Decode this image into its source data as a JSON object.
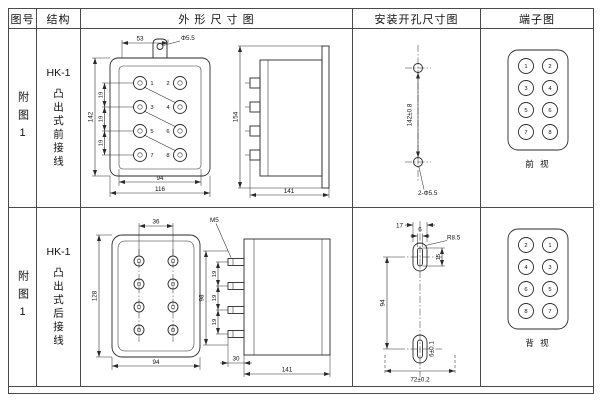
{
  "header": {
    "fig_no": "图号",
    "structure": "结构",
    "outline": "外 形 尺 寸 图",
    "mounting": "安装开孔尺寸图",
    "terminal": "端子图"
  },
  "rows": [
    {
      "fig_no": "附图1",
      "model": "HK-1",
      "structure": "凸出式前接线",
      "outline": {
        "top_width": "53",
        "hook_hole": "Φ5.5",
        "height": "142",
        "pitch": [
          "19",
          "19",
          "19"
        ],
        "inner_width": "94",
        "outer_width": "116",
        "side_height": "154",
        "depth": "141",
        "terminals": [
          "1",
          "2",
          "3",
          "4",
          "5",
          "6",
          "7",
          "8"
        ]
      },
      "mounting": {
        "vertical_spacing": "142±0.8",
        "holes": "2-Φ5.5"
      },
      "terminal": {
        "numbers": [
          "1",
          "2",
          "3",
          "4",
          "5",
          "6",
          "7",
          "8"
        ],
        "view": "前 视"
      }
    },
    {
      "fig_no": "附图1",
      "model": "HK-1",
      "structure": "凸出式后接线",
      "outline": {
        "stud_span": "36",
        "height": "128",
        "width": "94",
        "screw": "M5",
        "stud_height": "98",
        "pitch": [
          "19",
          "19",
          "19"
        ],
        "stud_length": "30",
        "depth": "141"
      },
      "mounting": {
        "slot_outer": "17",
        "slot_inner": "6",
        "slot_length": "15",
        "corner_radius": "R8.5",
        "vertical_spacing": "94",
        "slot_width_tol": "6±0.1",
        "horizontal_spacing": "72±0.2"
      },
      "terminal": {
        "numbers": [
          "2",
          "1",
          "4",
          "3",
          "6",
          "5",
          "8",
          "7"
        ],
        "view": "背 视"
      }
    }
  ]
}
